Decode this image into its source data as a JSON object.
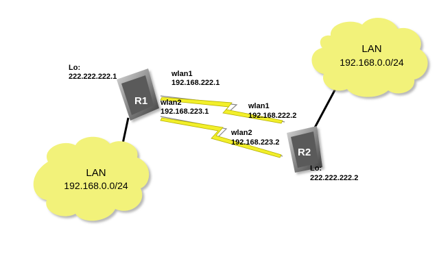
{
  "r1": {
    "name": "R1",
    "lo_label": "Lo:",
    "lo_ip": "222.222.222.1",
    "wlan1_name": "wlan1",
    "wlan1_ip": "192.168.222.1",
    "wlan2_name": "wlan2",
    "wlan2_ip": "192.168.223.1"
  },
  "r2": {
    "name": "R2",
    "lo_label": "Lo:",
    "lo_ip": "222.222.222.2",
    "wlan1_name": "wlan1",
    "wlan1_ip": "192.168.222.2",
    "wlan2_name": "wlan2",
    "wlan2_ip": "192.168.223.2"
  },
  "lan_left": {
    "title": "LAN",
    "network": "192.168.0.0/24"
  },
  "lan_right": {
    "title": "LAN",
    "network": "192.168.0.0/24"
  },
  "colors": {
    "cloud": "#f2f27a",
    "router_dark": "#5a5a5a",
    "router_light": "#c8c8c8",
    "lightning": "#f2ef2a"
  }
}
